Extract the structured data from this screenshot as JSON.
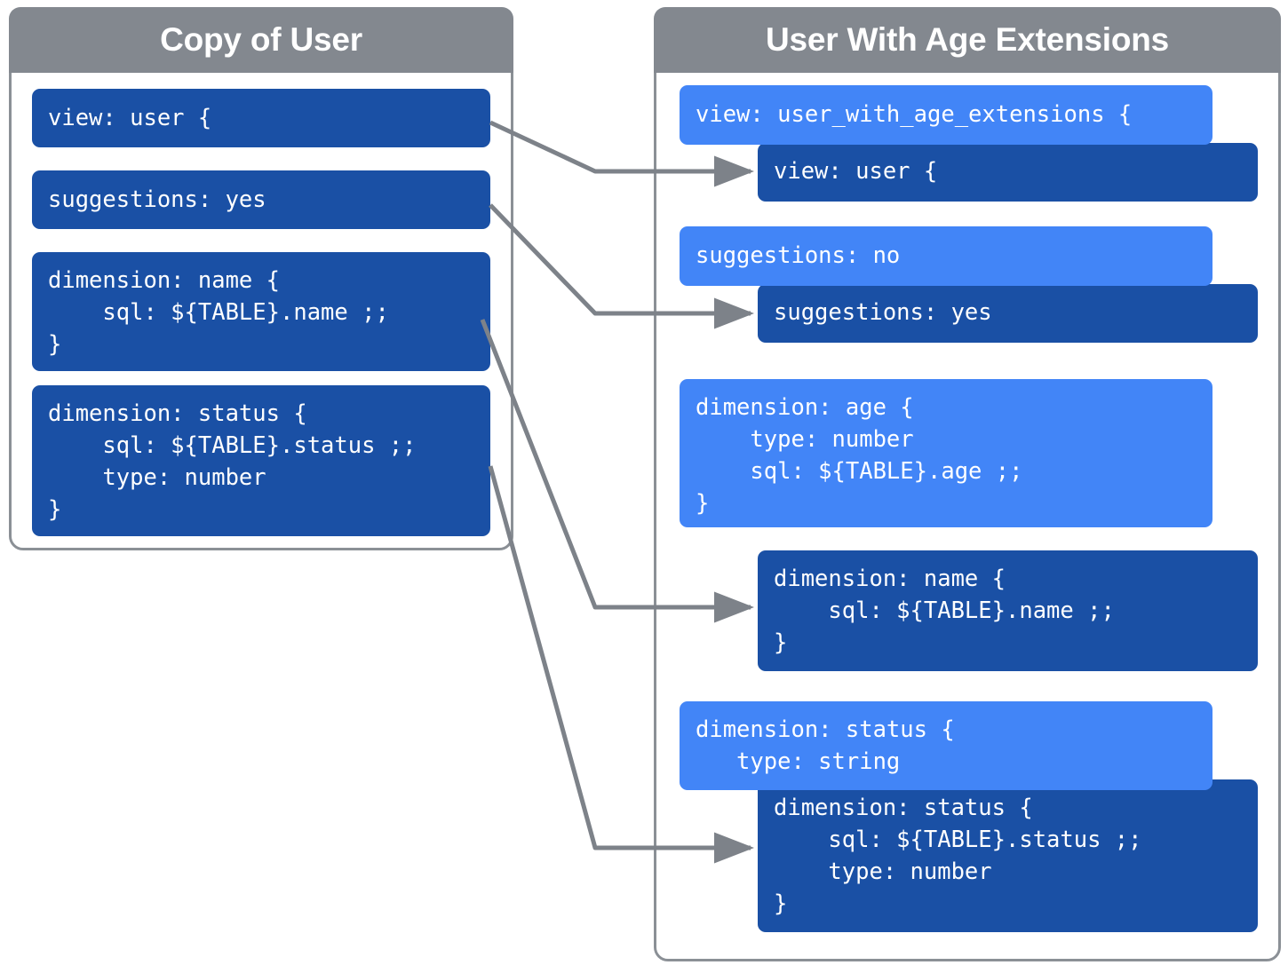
{
  "panels": {
    "left": {
      "title": "Copy of User",
      "blocks": [
        {
          "id": "view",
          "text": "view: user {"
        },
        {
          "id": "suggestions",
          "text": "suggestions: yes"
        },
        {
          "id": "name",
          "text": "dimension: name {\n    sql: ${TABLE}.name ;;\n}"
        },
        {
          "id": "status",
          "text": "dimension: status {\n    sql: ${TABLE}.status ;;\n    type: number\n}"
        }
      ]
    },
    "right": {
      "title": "User With Age Extensions",
      "blocks": [
        {
          "id": "view-outer",
          "style": "light",
          "text": "view: user_with_age_extensions {"
        },
        {
          "id": "view-inner",
          "style": "dark",
          "text": "view: user {"
        },
        {
          "id": "sugg-outer",
          "style": "light",
          "text": "suggestions: no"
        },
        {
          "id": "sugg-inner",
          "style": "dark",
          "text": "suggestions: yes"
        },
        {
          "id": "age",
          "style": "light",
          "text": "dimension: age {\n    type: number\n    sql: ${TABLE}.age ;;\n}"
        },
        {
          "id": "name",
          "style": "dark",
          "text": "dimension: name {\n    sql: ${TABLE}.name ;;\n}"
        },
        {
          "id": "status-outer",
          "style": "light",
          "text": "dimension: status {\n   type: string"
        },
        {
          "id": "status-inner",
          "style": "dark",
          "text": "dimension: status {\n    sql: ${TABLE}.status ;;\n    type: number\n}"
        }
      ]
    }
  },
  "connectors": [
    {
      "id": "view-to-view",
      "from": "left.view",
      "to": "right.view-inner"
    },
    {
      "id": "suggestions-to-suggestions",
      "from": "left.suggestions",
      "to": "right.sugg-inner"
    },
    {
      "id": "name-to-name",
      "from": "left.name",
      "to": "right.name"
    },
    {
      "id": "status-to-status",
      "from": "left.status",
      "to": "right.status-inner"
    }
  ],
  "colors": {
    "header_gray": "#83888f",
    "panel_border": "#8b9096",
    "dark_blue": "#1a50a5",
    "light_blue": "#4285f7",
    "arrow_gray": "#7d8289",
    "background": "#ffffff",
    "text_white": "#ffffff"
  }
}
